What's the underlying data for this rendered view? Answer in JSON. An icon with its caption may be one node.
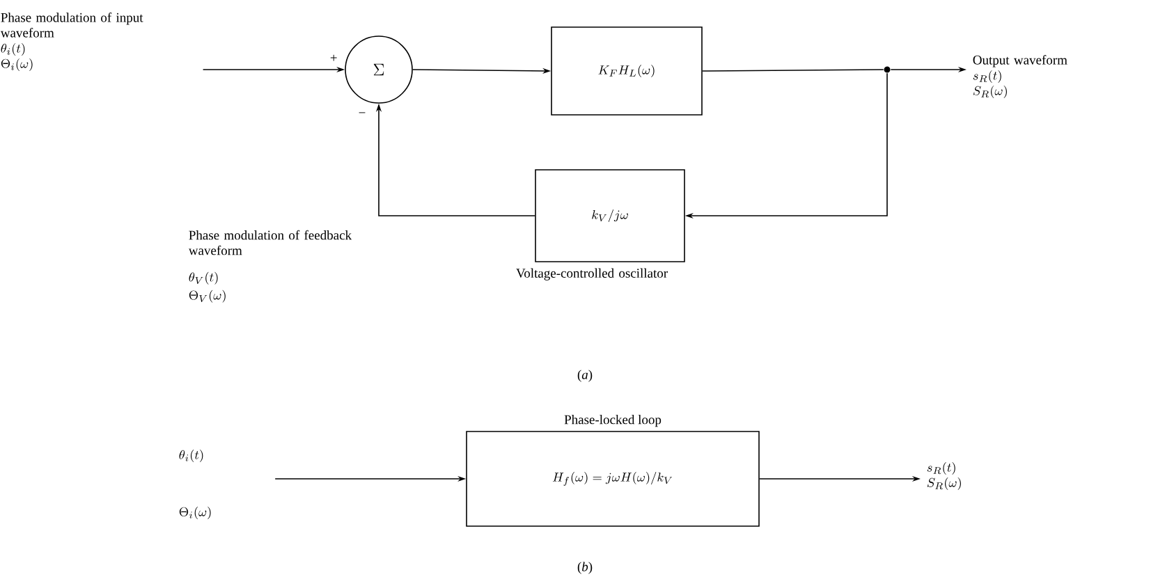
{
  "diagram": {
    "nodes": [
      {
        "text": [
          "\\Sigma"
        ]
      },
      {
        "text": [
          "K_F H_L(\\omega)"
        ]
      },
      {
        "text": [
          "k_V/j\\omega"
        ],
        "beside": [
          "Voltage-controlled oscillator"
        ]
      },
      {
        "text": [],
        "shape": "dot"
      },
      {
        "text": [
          "Phase modulation of input waveform",
          "\\theta_i(t)",
          "\\Theta_i(\\omega)"
        ]
      },
      {
        "text": [
          "Output waveform",
          "s_R(t)",
          "S_R(\\omega)"
        ]
      },
      {
        "text": [
          "\\theta_i(t)",
          "\\Theta_i(\\omega)"
        ]
      },
      {
        "text": [
          "Phase-locked loop",
          "H_f(\\omega) = j\\omega H(\\omega)/k_V"
        ]
      },
      {
        "text": [
          "s_R(t)",
          "S_R(\\omega)"
        ]
      }
    ],
    "edges": [
      {
        "from": 4,
        "to": 0,
        "arrow": "to",
        "label": "+"
      },
      {
        "from": 0,
        "to": 1,
        "arrow": "to"
      },
      {
        "from": 1,
        "to": 3,
        "arrow": "none"
      },
      {
        "from": 3,
        "to": 5,
        "arrow": "to"
      },
      {
        "from": 3,
        "to": 2,
        "arrow": "to"
      },
      {
        "from": 2,
        "to": 0,
        "arrow": "to",
        "label": "−"
      },
      {
        "from": 6,
        "to": 7,
        "arrow": "to"
      },
      {
        "from": 7,
        "to": 8,
        "arrow": "to"
      }
    ],
    "labels": [
      "Phase modulation of feedback waveform",
      "\\theta_V(t)",
      "\\Theta_V(\\omega)",
      "(*a*)",
      "(*b*)"
    ]
  }
}
